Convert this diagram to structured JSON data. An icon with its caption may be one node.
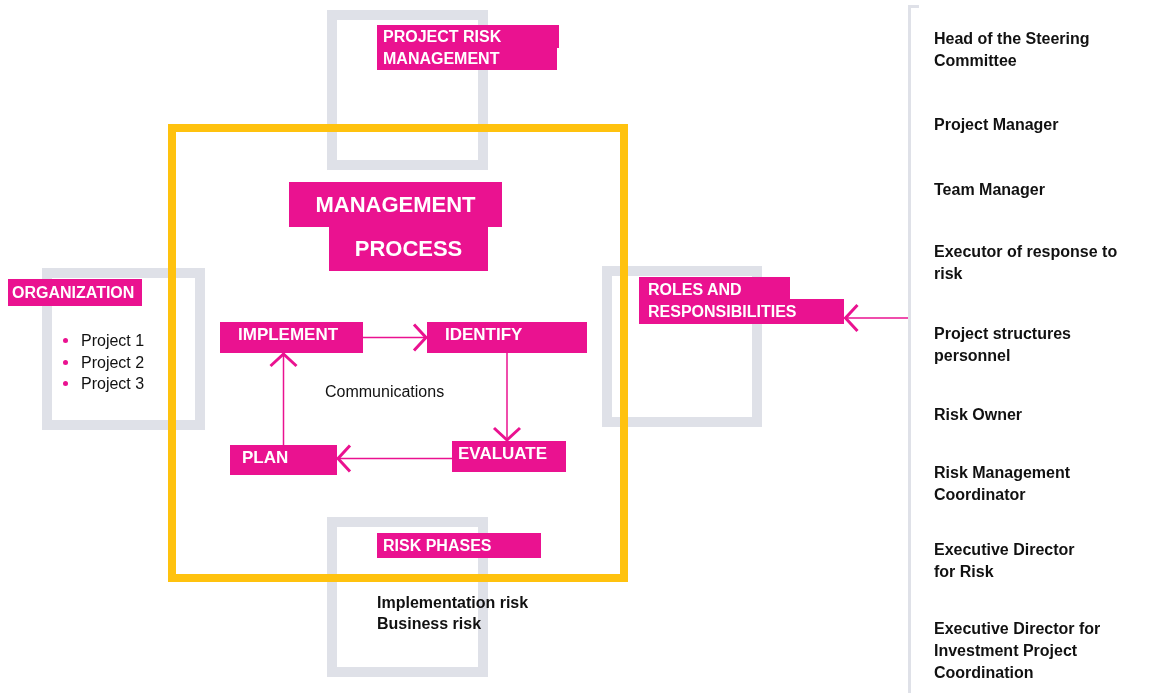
{
  "diagram": {
    "nodes": [
      {
        "text": [
          "MANAGEMENT PROCESS"
        ]
      },
      {
        "text": [
          "IMPLEMENT"
        ],
        "in": 0
      },
      {
        "text": [
          "IDENTIFY"
        ],
        "in": 0
      },
      {
        "text": [
          "EVALUATE"
        ],
        "in": 0
      },
      {
        "text": [
          "PLAN"
        ],
        "in": 0
      },
      {
        "text": [
          "PROJECT RISK MANAGEMENT"
        ]
      },
      {
        "text": [
          "ORGANIZATION",
          "Project 1",
          "Project 2",
          "Project 3"
        ]
      },
      {
        "text": [
          "ROLES AND RESPONSIBILITIES"
        ]
      },
      {
        "text": [
          "RISK PHASES",
          "Implementation risk",
          "Business risk"
        ]
      },
      {
        "text": [
          "Head of the Steering Committee",
          "Project Manager",
          "Team Manager",
          "Executor of response to risk",
          "Project structures personnel",
          "Risk Owner",
          "Risk Management Coordinator",
          "Executive Director for Risk",
          "Executive Director for Investment Project Coordination"
        ]
      }
    ],
    "edges": [
      {
        "from": 1,
        "to": 2,
        "arrow": "to"
      },
      {
        "from": 2,
        "to": 3,
        "arrow": "to"
      },
      {
        "from": 3,
        "to": 4,
        "arrow": "to"
      },
      {
        "from": 4,
        "to": 1,
        "arrow": "to"
      },
      {
        "from": 9,
        "to": 7,
        "arrow": "to"
      }
    ],
    "labels": [
      "Communications"
    ]
  }
}
